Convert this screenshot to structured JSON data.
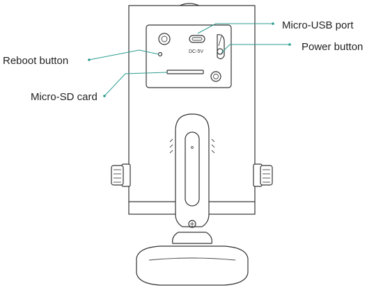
{
  "callouts": {
    "micro_usb_port": "Micro-USB port",
    "power_button": "Power button",
    "reboot_button": "Reboot button",
    "micro_sd_card": "Micro-SD card"
  },
  "usb_port_label": "DC-5V",
  "leader_color": "#2a9d8f",
  "line_color": "#333333"
}
